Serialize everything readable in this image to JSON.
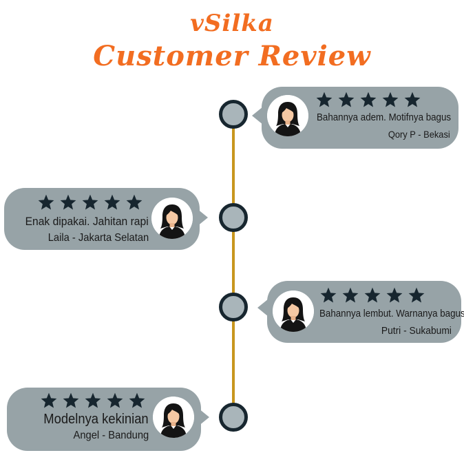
{
  "header": {
    "brand": "vSilka",
    "title": "Customer Review"
  },
  "colors": {
    "accent": "#f26d21",
    "timeline": "#c8961e",
    "node_fill": "#a9b5ba",
    "node_ring": "#17262f",
    "bubble": "#97a3a7",
    "star": "#17262f"
  },
  "reviews": [
    {
      "rating": 5,
      "text": "Bahannya adem. Motifnya bagus",
      "reviewer": "Qory P - Bekasi",
      "icon": "woman-avatar-icon"
    },
    {
      "rating": 5,
      "text": "Enak dipakai. Jahitan rapi",
      "reviewer": "Laila - Jakarta Selatan",
      "icon": "woman-avatar-icon"
    },
    {
      "rating": 5,
      "text": "Bahannya lembut. Warnanya bagus",
      "reviewer": "Putri - Sukabumi",
      "icon": "woman-avatar-icon"
    },
    {
      "rating": 5,
      "text": "Modelnya kekinian",
      "reviewer": "Angel - Bandung",
      "icon": "woman-avatar-icon"
    }
  ]
}
